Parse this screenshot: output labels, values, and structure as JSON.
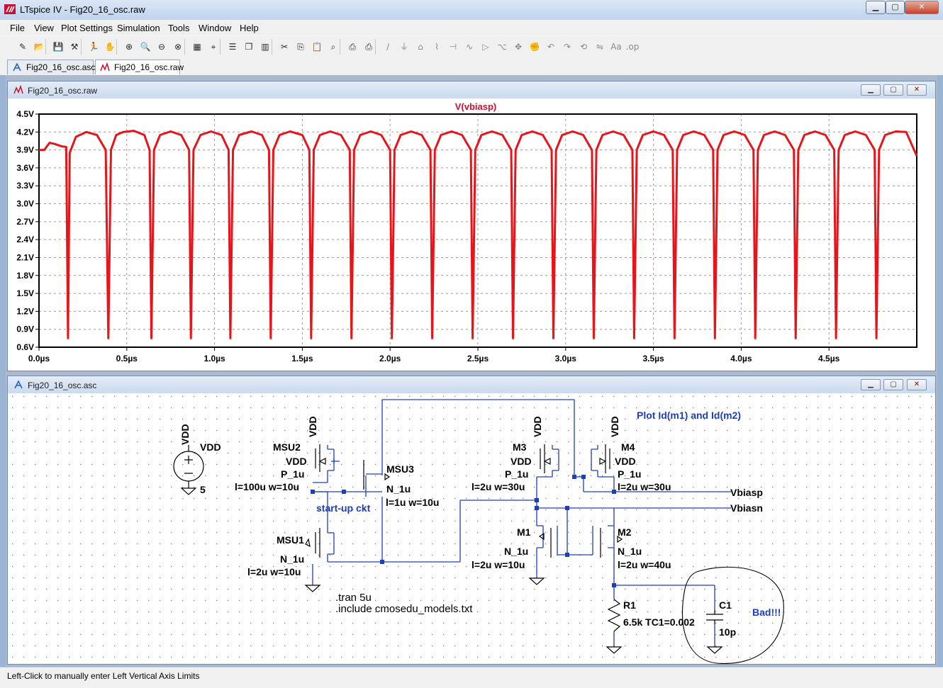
{
  "app": {
    "title": "LTspice IV - Fig20_16_osc.raw"
  },
  "window_buttons": {
    "minimize": "▁",
    "maximize": "▢",
    "close": "✕"
  },
  "menu": [
    "File",
    "View",
    "Plot Settings",
    "Simulation",
    "Tools",
    "Window",
    "Help"
  ],
  "toolbar": {
    "icons": [
      "new-schematic-icon",
      "open-icon",
      "save-icon",
      "control-panel-icon",
      "run-icon",
      "pan-icon",
      "zoom-in-icon",
      "zoom-area-icon",
      "zoom-out-icon",
      "zoom-cancel-icon",
      "autorange-icon",
      "mark-icon",
      "tile-horizontal-icon",
      "cascade-icon",
      "tile-vertical-icon",
      "cut-icon",
      "copy-icon",
      "paste-icon",
      "find-icon",
      "print-setup-icon",
      "print-icon",
      "wire-icon",
      "ground-icon",
      "label-icon",
      "resistor-icon",
      "capacitor-icon",
      "inductor-icon",
      "diode-icon",
      "component-icon",
      "move-icon",
      "drag-icon",
      "undo-icon",
      "redo-icon",
      "rotate-icon",
      "mirror-icon",
      "text-icon",
      "spice-directive-icon"
    ]
  },
  "tabs": [
    {
      "label": "Fig20_16_osc.asc",
      "active": false
    },
    {
      "label": "Fig20_16_osc.raw",
      "active": true
    }
  ],
  "waveform_window": {
    "title": "Fig20_16_osc.raw",
    "chart_data": {
      "type": "line",
      "title": "V(vbiasp)",
      "series": [
        {
          "name": "V(vbiasp)",
          "color": "#e8141a",
          "x": [
            0.0,
            0.03,
            0.06,
            0.09,
            0.13,
            0.155,
            0.165,
            0.175,
            0.21,
            0.27,
            0.33,
            0.38,
            0.395,
            0.41,
            0.44,
            0.48,
            0.54,
            0.6,
            0.63,
            0.64,
            0.655,
            0.69,
            0.75,
            0.81,
            0.855,
            0.865,
            0.88,
            0.92,
            0.98,
            1.04,
            1.08,
            1.09,
            1.105,
            1.14,
            1.21,
            1.27,
            1.31,
            1.32,
            1.335,
            1.37,
            1.43,
            1.5,
            1.54,
            1.55,
            1.565,
            1.6,
            1.66,
            1.72,
            1.77,
            1.78,
            1.795,
            1.83,
            1.89,
            1.95,
            2.0,
            2.01,
            2.025,
            2.06,
            2.12,
            2.18,
            2.23,
            2.24,
            2.255,
            2.29,
            2.35,
            2.41,
            2.46,
            2.47,
            2.485,
            2.52,
            2.58,
            2.64,
            2.69,
            2.7,
            2.715,
            2.75,
            2.81,
            2.87,
            2.92,
            2.93,
            2.945,
            2.98,
            3.04,
            3.1,
            3.15,
            3.16,
            3.175,
            3.21,
            3.27,
            3.33,
            3.38,
            3.39,
            3.405,
            3.44,
            3.5,
            3.56,
            3.61,
            3.62,
            3.635,
            3.67,
            3.73,
            3.79,
            3.84,
            3.85,
            3.865,
            3.9,
            3.96,
            4.02,
            4.07,
            4.08,
            4.095,
            4.13,
            4.19,
            4.25,
            4.3,
            4.31,
            4.325,
            4.36,
            4.42,
            4.48,
            4.53,
            4.54,
            4.555,
            4.59,
            4.65,
            4.71,
            4.76,
            4.77,
            4.785,
            4.82,
            4.88,
            4.94,
            5.0
          ],
          "y": [
            3.9,
            3.9,
            4.02,
            4.0,
            3.96,
            3.95,
            0.75,
            3.85,
            4.12,
            4.2,
            4.15,
            3.9,
            0.75,
            3.9,
            4.15,
            4.2,
            4.22,
            4.15,
            3.9,
            0.75,
            3.9,
            4.15,
            4.21,
            4.15,
            3.9,
            0.75,
            3.9,
            4.15,
            4.21,
            4.15,
            3.9,
            0.75,
            3.9,
            4.15,
            4.21,
            4.15,
            3.9,
            0.75,
            3.9,
            4.15,
            4.21,
            4.15,
            3.9,
            0.75,
            3.9,
            4.15,
            4.21,
            4.15,
            3.9,
            0.75,
            3.9,
            4.15,
            4.21,
            4.15,
            3.9,
            0.75,
            3.9,
            4.15,
            4.21,
            4.15,
            3.9,
            0.75,
            3.9,
            4.15,
            4.21,
            4.15,
            3.9,
            0.75,
            3.9,
            4.15,
            4.21,
            4.15,
            3.9,
            0.75,
            3.9,
            4.15,
            4.21,
            4.15,
            3.9,
            0.75,
            3.9,
            4.15,
            4.21,
            4.15,
            3.9,
            0.75,
            3.9,
            4.15,
            4.21,
            4.15,
            3.9,
            0.75,
            3.9,
            4.15,
            4.21,
            4.15,
            3.9,
            0.75,
            3.9,
            4.15,
            4.21,
            4.15,
            3.9,
            0.75,
            3.9,
            4.15,
            4.21,
            4.15,
            3.9,
            0.75,
            3.9,
            4.15,
            4.21,
            4.15,
            3.9,
            0.75,
            3.9,
            4.15,
            4.21,
            4.15,
            3.9,
            0.75,
            3.9,
            4.15,
            4.21,
            4.15,
            3.9,
            0.75,
            3.9,
            4.15,
            4.21,
            4.2,
            3.8
          ]
        }
      ],
      "xlim": [
        0,
        5
      ],
      "ylim": [
        0.6,
        4.5
      ],
      "xticks": [
        0.0,
        0.5,
        1.0,
        1.5,
        2.0,
        2.5,
        3.0,
        3.5,
        4.0,
        4.5
      ],
      "xtick_labels": [
        "0.0µs",
        "0.5µs",
        "1.0µs",
        "1.5µs",
        "2.0µs",
        "2.5µs",
        "3.0µs",
        "3.5µs",
        "4.0µs",
        "4.5µs"
      ],
      "yticks": [
        0.6,
        0.9,
        1.2,
        1.5,
        1.8,
        2.1,
        2.4,
        2.7,
        3.0,
        3.3,
        3.6,
        3.9,
        4.2,
        4.5
      ],
      "ytick_labels": [
        "0.6V",
        "0.9V",
        "1.2V",
        "1.5V",
        "1.8V",
        "2.1V",
        "2.4V",
        "2.7V",
        "3.0V",
        "3.3V",
        "3.6V",
        "3.9V",
        "4.2V",
        "4.5V"
      ],
      "grid": true
    }
  },
  "schematic_window": {
    "title": "Fig20_16_osc.asc",
    "labels": {
      "vdd_src_label": "VDD",
      "vdd_src_name": "VDD",
      "vdd_src_value": "5",
      "msu2_vdd": "VDD",
      "msu2_name": "MSU2",
      "msu2_body": "VDD",
      "msu2_model": "P_1u",
      "msu2_size": "l=100u w=10u",
      "msu3_name": "MSU3",
      "msu3_model": "N_1u",
      "msu3_size": "l=1u w=10u",
      "startup": "start-up ckt",
      "msu1_name": "MSU1",
      "msu1_model": "N_1u",
      "msu1_size": "l=2u w=10u",
      "m3_vdd": "VDD",
      "m3_name": "M3",
      "m3_body": "VDD",
      "m3_model": "P_1u",
      "m3_size": "l=2u w=30u",
      "m4_vdd": "VDD",
      "m4_name": "M4",
      "m4_body": "VDD",
      "m4_model": "P_1u",
      "m4_size": "l=2u w=30u",
      "m1_name": "M1",
      "m1_model": "N_1u",
      "m1_size": "l=2u w=10u",
      "m2_name": "M2",
      "m2_model": "N_1u",
      "m2_size": "l=2u w=40u",
      "vbiasp": "Vbiasp",
      "vbiasn": "Vbiasn",
      "plot_note": "Plot Id(m1) and Id(m2)",
      "r1_name": "R1",
      "r1_value": "6.5k TC1=0.002",
      "c1_name": "C1",
      "c1_value": "10p",
      "bad_note": "Bad!!!",
      "tran": ".tran 5u",
      "include": ".include cmosedu_models.txt"
    }
  },
  "status": {
    "text": "Left-Click to manually enter Left Vertical Axis Limits"
  }
}
